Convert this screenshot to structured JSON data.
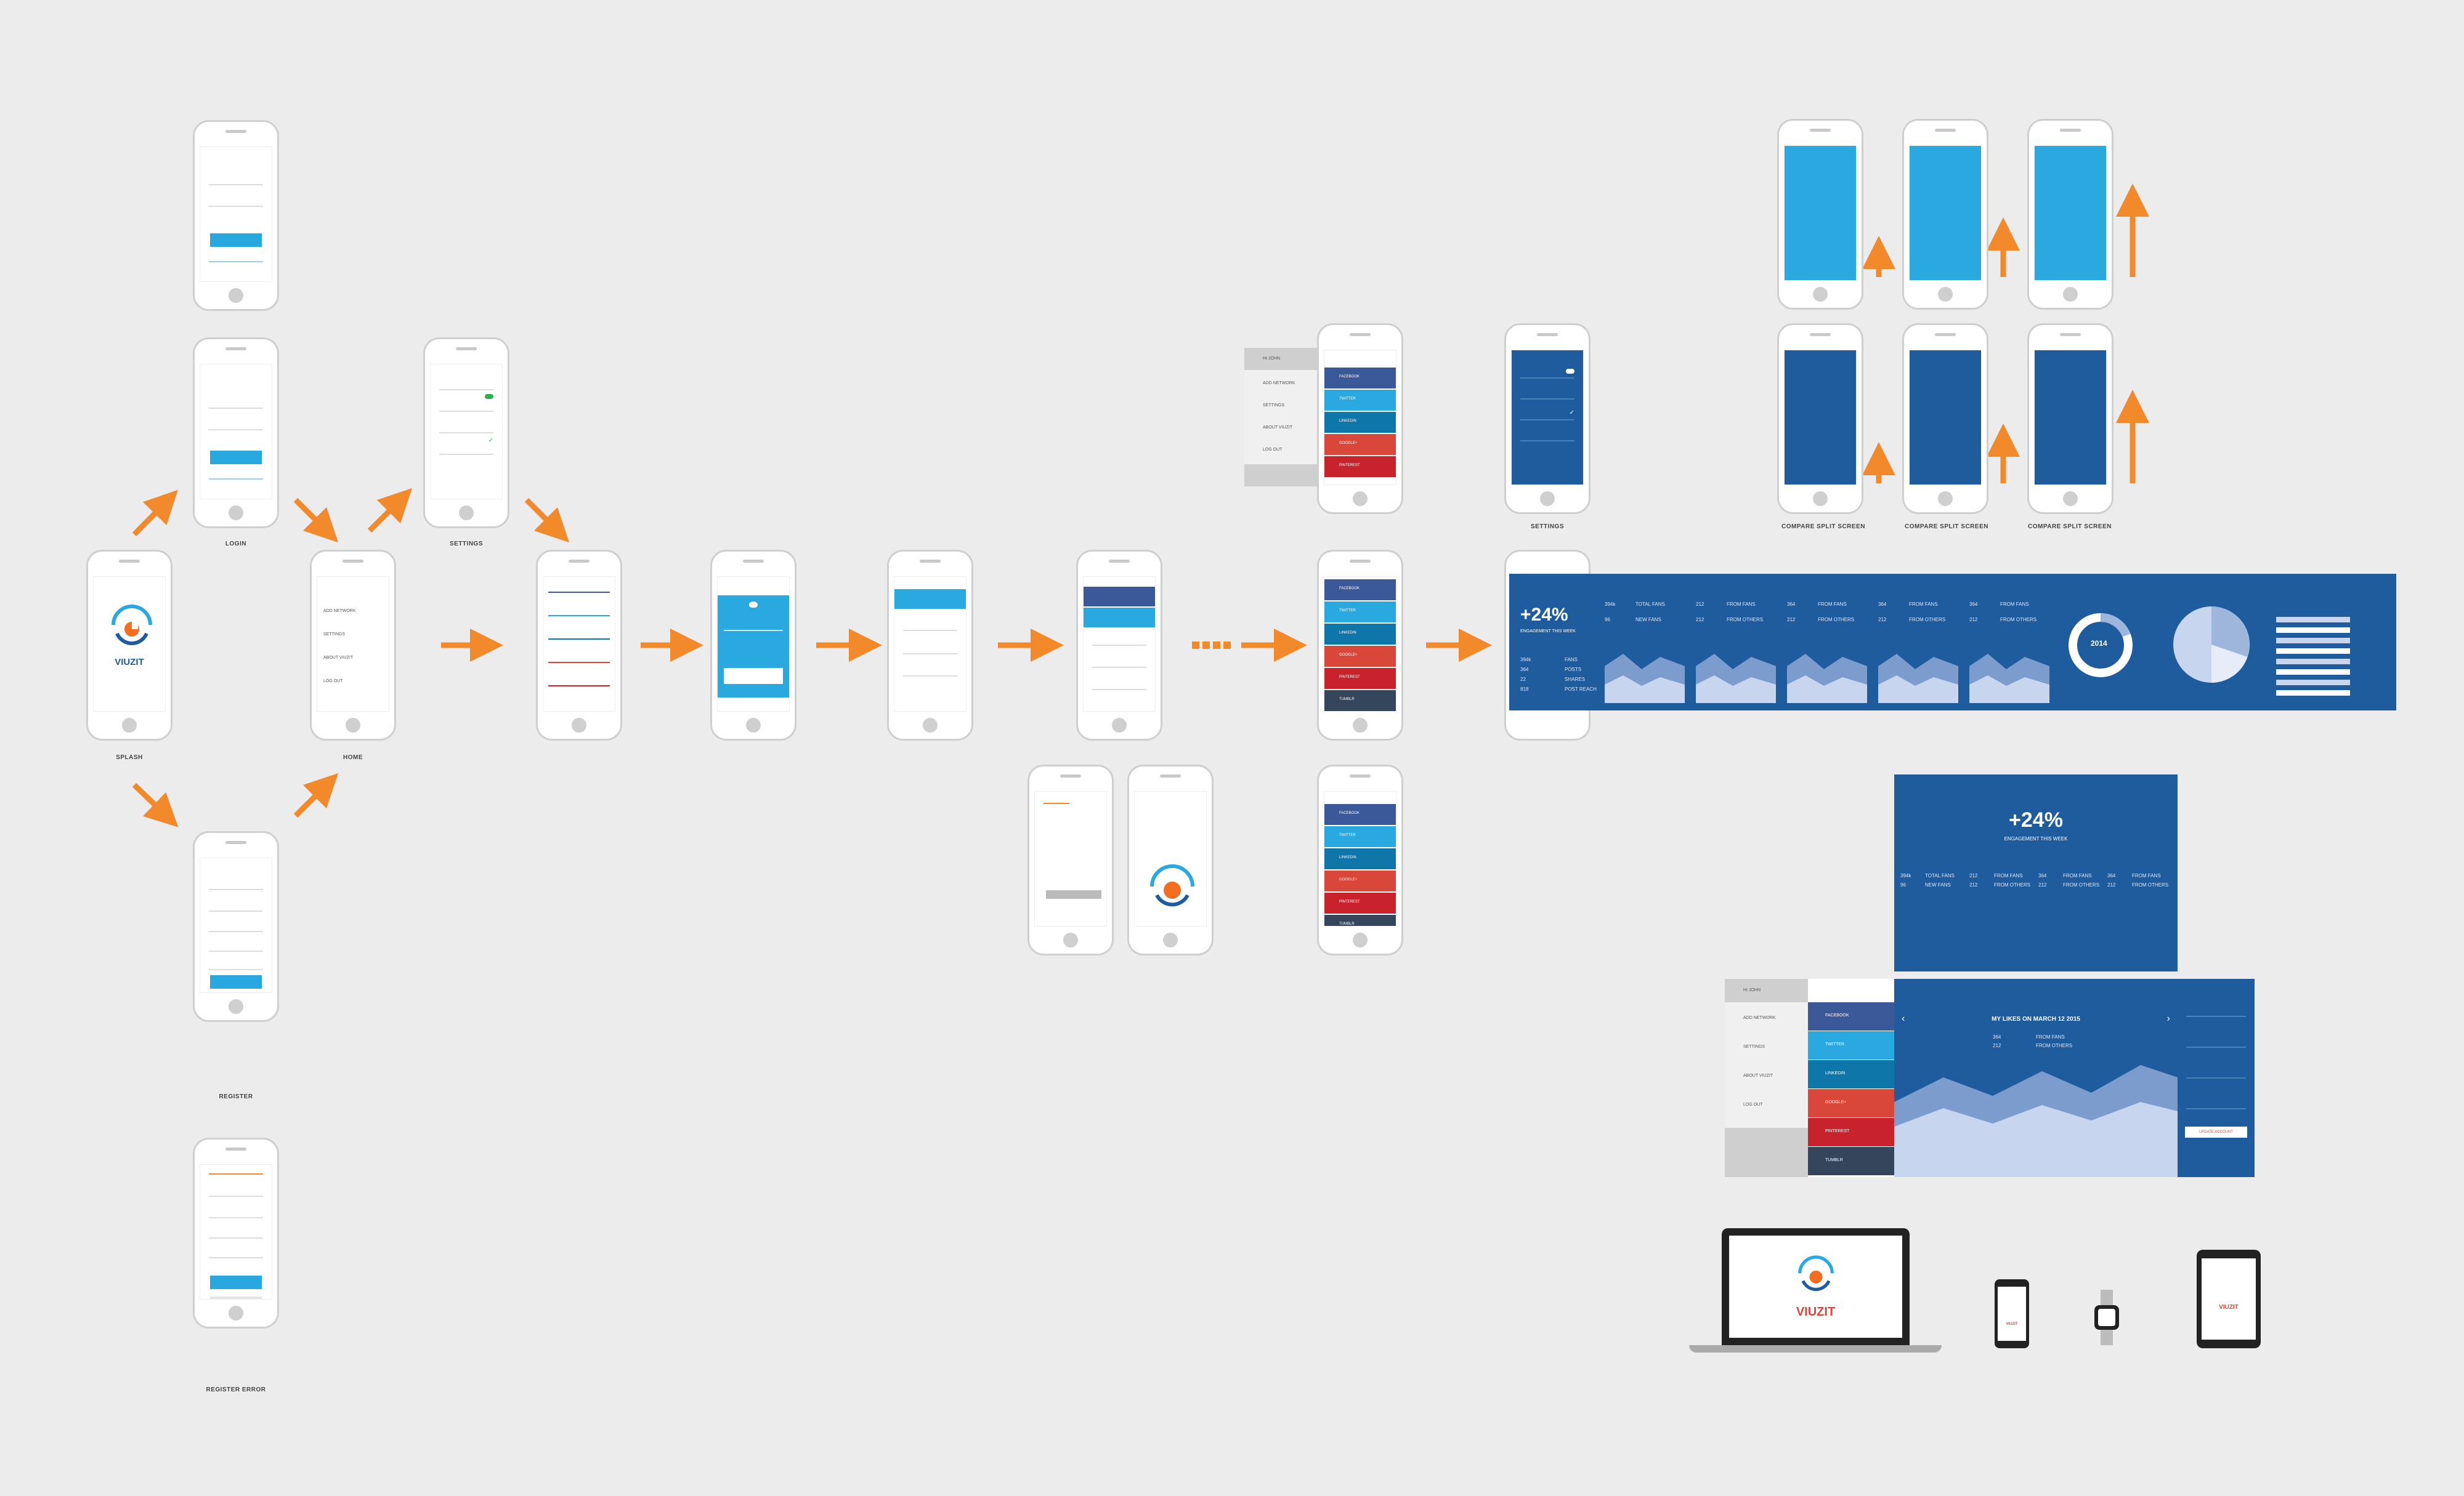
{
  "captions": {
    "splash": "SPLASH",
    "login": "LOGIN",
    "home": "HOME",
    "settings": "SETTINGS",
    "register": "REGISTER",
    "register_error": "REGISTER ERROR",
    "settings2": "SETTINGS",
    "compare1": "COMPARE SPLIT SCREEN",
    "compare2": "COMPARE SPLIT SCREEN",
    "compare3": "COMPARE SPLIT SCREEN"
  },
  "brand": {
    "logo_text": "VIUZIT",
    "colors": {
      "blue": "#2aa9e0",
      "navy": "#1f5c9e",
      "orange": "#f26f21",
      "red": "#d9473b",
      "grey": "#cfcfcf"
    }
  },
  "dashboard": {
    "headline": "+24%",
    "subline": "ENGAGEMENT THIS WEEK",
    "year_badge": "2014",
    "stats": [
      {
        "value": "394k",
        "label": "FANS"
      },
      {
        "value": "364",
        "label": "POSTS"
      },
      {
        "value": "22",
        "label": "SHARES"
      },
      {
        "value": "818",
        "label": "POST REACH"
      }
    ],
    "columns": [
      {
        "a": "394k",
        "al": "TOTAL FANS",
        "b": "96",
        "bl": "NEW FANS"
      },
      {
        "a": "212",
        "al": "FROM FANS",
        "b": "212",
        "bl": "FROM OTHERS"
      },
      {
        "a": "364",
        "al": "FROM FANS",
        "b": "212",
        "bl": "FROM OTHERS"
      },
      {
        "a": "364",
        "al": "FROM FANS",
        "b": "212",
        "bl": "FROM OTHERS"
      },
      {
        "a": "364",
        "al": "FROM FANS",
        "b": "212",
        "bl": "FROM OTHERS"
      }
    ]
  },
  "tablet": {
    "title": "MY LIKES ON MARCH 12 2015",
    "v1": "364",
    "v1l": "FROM FANS",
    "v2": "212",
    "v2l": "FROM OTHERS",
    "headline": "+24%",
    "subline": "ENGAGEMENT THIS WEEK",
    "menu_user": "HI JOHN",
    "menu": [
      "ADD NETWORK",
      "SETTINGS",
      "ABOUT VIUZIT",
      "LOG OUT"
    ],
    "action_button": "UPDATE ACCOUNT"
  },
  "networks": [
    {
      "name": "FACEBOOK",
      "color": "#3b5998"
    },
    {
      "name": "TWITTER",
      "color": "#2aa9e0"
    },
    {
      "name": "LINKEDIN",
      "color": "#0e76a8"
    },
    {
      "name": "GOOGLE+",
      "color": "#d9473b"
    },
    {
      "name": "PINTEREST",
      "color": "#c8232c"
    },
    {
      "name": "TUMBLR",
      "color": "#35465c"
    }
  ]
}
